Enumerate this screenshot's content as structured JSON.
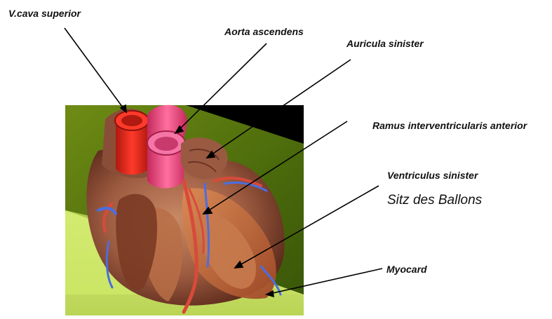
{
  "labels": {
    "vcava": "V.cava superior",
    "aorta": "Aorta ascendens",
    "auricula": "Auricula sinister",
    "ramus": "Ramus interventricularis anterior",
    "ventriculus": "Ventriculus sinister",
    "ballon": "Sitz des Ballons",
    "myocard": "Myocard"
  },
  "colors": {
    "background_panel": "#000000",
    "green_plane": "#5a7a10",
    "light_plane": "#d6ef74",
    "tissue": "#a9694e",
    "aorta": "#e8457a",
    "vena_cava": "#e02a1e",
    "artery": "#d84a3a",
    "vein": "#3b5fd8"
  }
}
